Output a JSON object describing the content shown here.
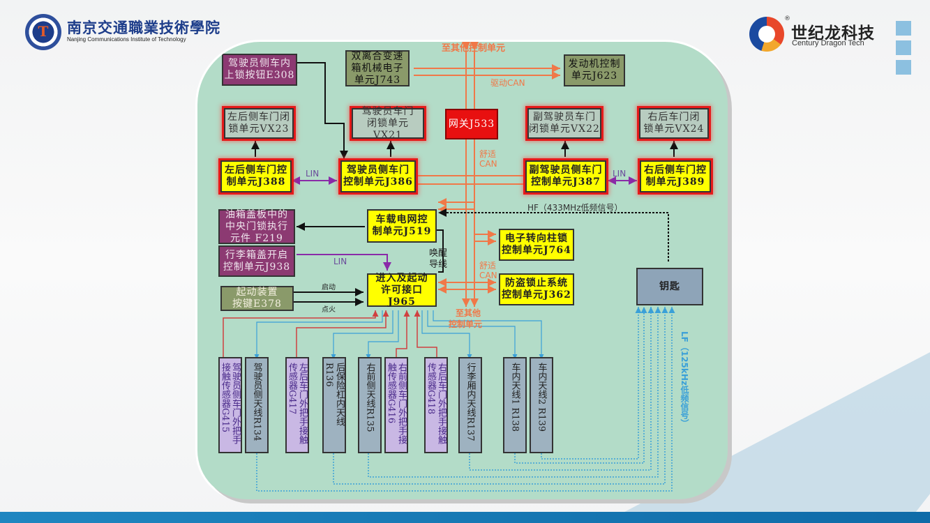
{
  "header": {
    "school_logo_glyph": "T",
    "school_name_cn": "南京交通職業技術學院",
    "school_name_en": "Nanjing Communications Institute of Technology",
    "brand_reg": "®",
    "brand_name_cn": "世纪龙科技",
    "brand_name_en": "Century Dragon Tech"
  },
  "diagram": {
    "top_other_units": "至其他控制单元",
    "bottom_other_units_1": "至其他",
    "bottom_other_units_2": "控制单元",
    "drive_can": "驱动CAN",
    "comfort_can_1": "舒适",
    "comfort_can_2": "CAN",
    "lin": "LIN",
    "wake_line_1": "唤醒",
    "wake_line_2": "导线",
    "start_label": "启动",
    "ignition_label": "点火",
    "hf_label": "HF（433MHz低频信号）",
    "lf_label": "LF（125kHz低频信号）",
    "colors": {
      "can": "#f07848",
      "lin": "#8a2aa8",
      "lf": "#3aa0d8",
      "highlight": "#e61a1a"
    },
    "nodes": {
      "e308": [
        "驾驶员侧车内",
        "上锁按钮E308"
      ],
      "j743": [
        "双离合变速",
        "箱机械电子",
        "单元J743"
      ],
      "j623": [
        "发动机控制",
        "单元J623"
      ],
      "vx23": [
        "左后侧车门闭",
        "锁单元VX23"
      ],
      "vx21": [
        "驾驶员车门",
        "闭锁单元VX21"
      ],
      "j533": [
        "网关J533"
      ],
      "vx22": [
        "副驾驶员车门",
        "闭锁单元VX22"
      ],
      "vx24": [
        "右后车门闭",
        "锁单元VX24"
      ],
      "j388": [
        "左后侧车门控",
        "制单元J388"
      ],
      "j386": [
        "驾驶员侧车门",
        "控制单元J386"
      ],
      "j387": [
        "副驾驶员侧车门",
        "控制单元J387"
      ],
      "j389": [
        "右后侧车门控",
        "制单元J389"
      ],
      "f219": [
        "油箱盖板中的",
        "中央门锁执行",
        "元件 F219"
      ],
      "j519": [
        "车载电网控",
        "制单元J519"
      ],
      "j764": [
        "电子转向柱锁",
        "控制单元J764"
      ],
      "j938": [
        "行李箱盖开启",
        "控制单元J938"
      ],
      "e378": [
        "起动装置",
        "按键E378"
      ],
      "j965": [
        "进入及起动",
        "许可接口J965"
      ],
      "j362": [
        "防盗锁止系统",
        "控制单元J362"
      ],
      "key": [
        "钥匙"
      ]
    },
    "bottom_components": [
      {
        "text": "驾驶员侧车门外把手接触传感器G415",
        "type": "sensor"
      },
      {
        "text": "驾驶员侧天线R134",
        "type": "antenna"
      },
      {
        "text": "左后车门外把手接触传感器G417",
        "type": "sensor"
      },
      {
        "text": "后保险杠内天线R136",
        "type": "antenna"
      },
      {
        "text": "右前侧天线R135",
        "type": "antenna"
      },
      {
        "text": "右前侧车门外把手接触传感器G416",
        "type": "sensor"
      },
      {
        "text": "右后车门外把手接触传感器G418",
        "type": "sensor"
      },
      {
        "text": "行李厢内天线R137",
        "type": "antenna"
      },
      {
        "text": "车内天线1 R138",
        "type": "antenna"
      },
      {
        "text": "车内天线2 R139",
        "type": "antenna"
      }
    ]
  }
}
